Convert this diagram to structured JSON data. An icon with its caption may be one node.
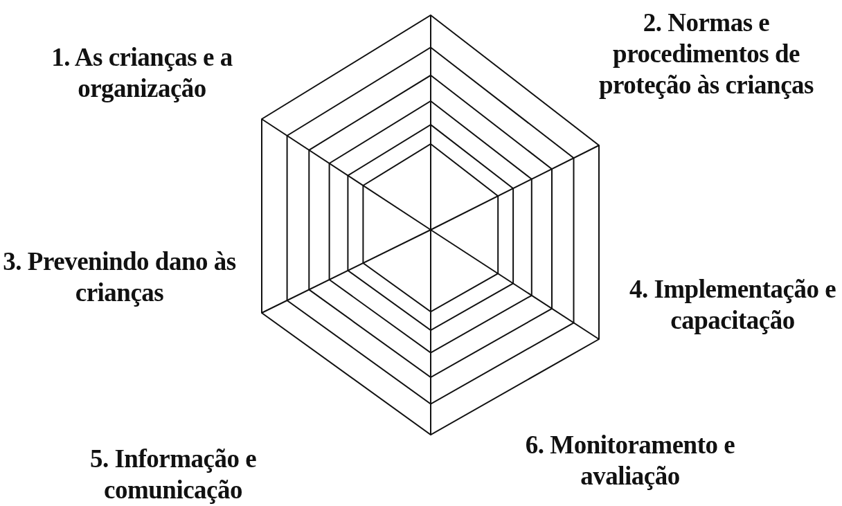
{
  "diagram": {
    "labels": [
      "1. As crianças e a organização",
      "2. Normas e procedimentos de proteção às crianças",
      "3. Prevenindo dano às crianças",
      "4. Implementação e capacitação",
      "5. Informação e comunicação",
      "6. Monitoramento e avaliação"
    ]
  }
}
